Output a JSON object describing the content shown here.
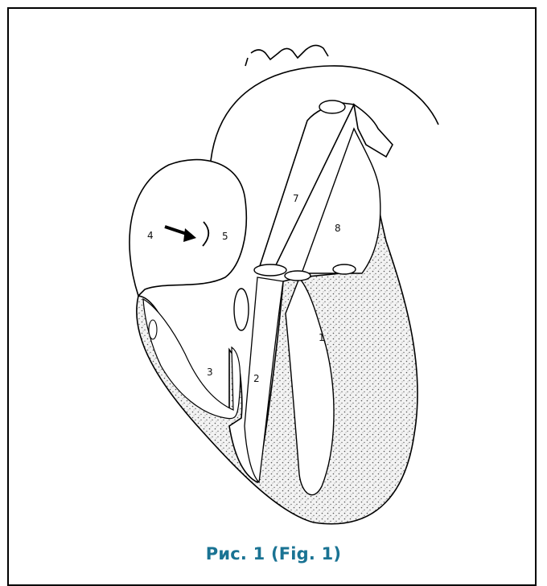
{
  "figure": {
    "caption": "Рис. 1 (Fig. 1)",
    "caption_color": "#1a7393",
    "labels": [
      "1",
      "2",
      "3",
      "4",
      "5",
      "7",
      "8"
    ]
  }
}
